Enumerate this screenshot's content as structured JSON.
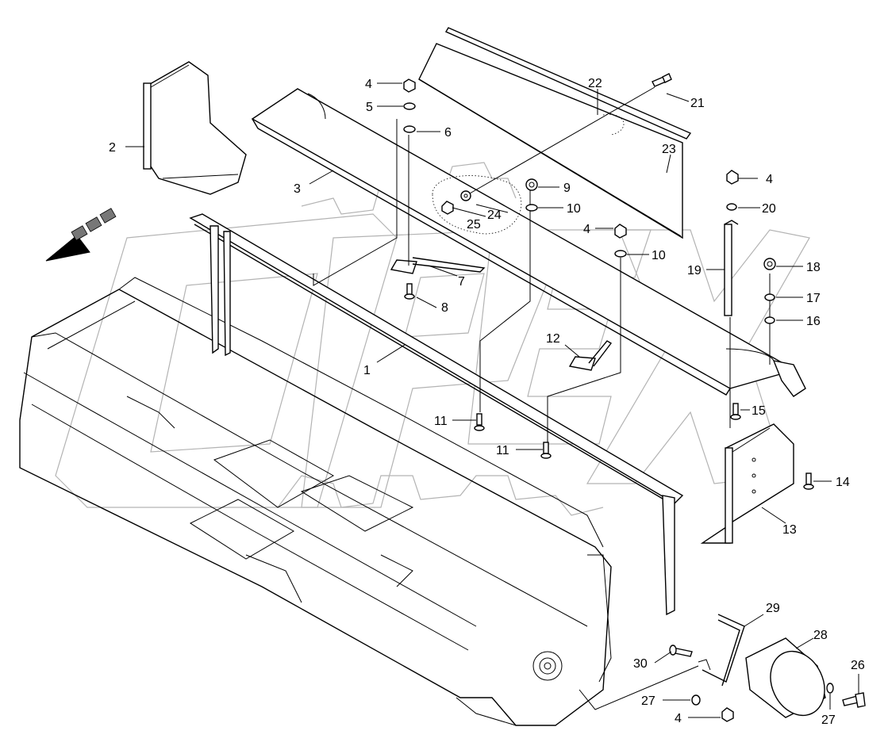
{
  "watermark": {
    "text": "OPEX",
    "color": "#b3b3b3"
  },
  "labels": {
    "l1": "1",
    "l2": "2",
    "l3": "3",
    "l4a": "4",
    "l4b": "4",
    "l4c": "4",
    "l4d": "4",
    "l5": "5",
    "l6": "6",
    "l7": "7",
    "l8": "8",
    "l9": "9",
    "l10a": "10",
    "l10b": "10",
    "l11a": "11",
    "l11b": "11",
    "l12": "12",
    "l13": "13",
    "l14": "14",
    "l15": "15",
    "l16": "16",
    "l17": "17",
    "l18": "18",
    "l19": "19",
    "l20": "20",
    "l21": "21",
    "l22": "22",
    "l23": "23",
    "l24": "24",
    "l25": "25",
    "l26": "26",
    "l27a": "27",
    "l27b": "27",
    "l28": "28",
    "l29": "29",
    "l30": "30"
  },
  "icons": {
    "direction": "direction-arrow-icon"
  }
}
